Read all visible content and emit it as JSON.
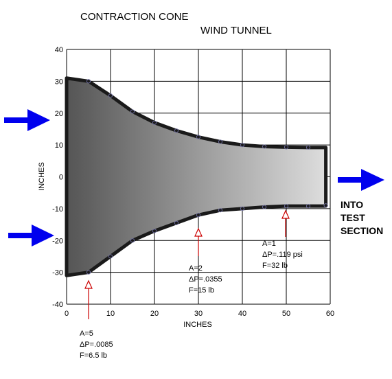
{
  "title": {
    "line1": "CONTRACTION CONE",
    "line2": "WIND TUNNEL"
  },
  "chart_data": {
    "type": "diagram-plot",
    "xlabel": "INCHES",
    "ylabel": "INCHES",
    "xlim": [
      0,
      60
    ],
    "ylim": [
      -40,
      40
    ],
    "x_ticks": [
      "0",
      "10",
      "20",
      "30",
      "40",
      "50",
      "60"
    ],
    "y_ticks": [
      "40",
      "30",
      "20",
      "10",
      "0",
      "-10",
      "-20",
      "-30",
      "-40"
    ],
    "grid": true,
    "contour_top": [
      {
        "x": 0,
        "y": 31
      },
      {
        "x": 5,
        "y": 30
      },
      {
        "x": 10,
        "y": 25.5
      },
      {
        "x": 15,
        "y": 20.5
      },
      {
        "x": 20,
        "y": 17
      },
      {
        "x": 25,
        "y": 14.5
      },
      {
        "x": 30,
        "y": 12.5
      },
      {
        "x": 35,
        "y": 11
      },
      {
        "x": 40,
        "y": 10
      },
      {
        "x": 45,
        "y": 9.5
      },
      {
        "x": 50,
        "y": 9.3
      },
      {
        "x": 55,
        "y": 9.2
      },
      {
        "x": 59,
        "y": 9.2
      }
    ],
    "contour_bottom": [
      {
        "x": 0,
        "y": -31
      },
      {
        "x": 5,
        "y": -30
      },
      {
        "x": 10,
        "y": -25
      },
      {
        "x": 15,
        "y": -20
      },
      {
        "x": 20,
        "y": -17
      },
      {
        "x": 25,
        "y": -14.5
      },
      {
        "x": 30,
        "y": -12
      },
      {
        "x": 35,
        "y": -10.5
      },
      {
        "x": 40,
        "y": -10
      },
      {
        "x": 45,
        "y": -9.5
      },
      {
        "x": 50,
        "y": -9.2
      },
      {
        "x": 55,
        "y": -9.2
      },
      {
        "x": 59,
        "y": -9.2
      }
    ],
    "data_points_top": [
      {
        "x": 5,
        "y": 30
      },
      {
        "x": 10,
        "y": 25.5
      },
      {
        "x": 15,
        "y": 20.5
      },
      {
        "x": 20,
        "y": 17
      },
      {
        "x": 25,
        "y": 14.5
      },
      {
        "x": 30,
        "y": 12.5
      },
      {
        "x": 35,
        "y": 11
      },
      {
        "x": 40,
        "y": 10
      },
      {
        "x": 45,
        "y": 9.5
      },
      {
        "x": 50,
        "y": 9.3
      },
      {
        "x": 55,
        "y": 9.2
      }
    ],
    "data_points_bottom": [
      {
        "x": 5,
        "y": -30
      },
      {
        "x": 10,
        "y": -25
      },
      {
        "x": 15,
        "y": -20
      },
      {
        "x": 20,
        "y": -17
      },
      {
        "x": 25,
        "y": -14.5
      },
      {
        "x": 30,
        "y": -12
      },
      {
        "x": 35,
        "y": -10.5
      },
      {
        "x": 40,
        "y": -10
      },
      {
        "x": 45,
        "y": -9.5
      },
      {
        "x": 50,
        "y": -9.2
      },
      {
        "x": 55,
        "y": -9.2
      },
      {
        "x": 59,
        "y": -9
      }
    ],
    "colors": {
      "fill_left": "#555555",
      "fill_right": "#dddddd",
      "outline": "#1a1a1a",
      "inflow_arrow": "#0000ee",
      "station_arrow": "#cc0000"
    }
  },
  "annotations": [
    {
      "x": 5,
      "lines": [
        "A=5",
        "ΔP=.0085",
        "F=6.5 lb"
      ]
    },
    {
      "x": 30,
      "lines": [
        "A=2",
        "ΔP=.0355",
        "F=15 lb"
      ]
    },
    {
      "x": 50,
      "lines": [
        "A=1",
        "ΔP=.119 psi",
        "F=32 lb"
      ]
    }
  ],
  "outlet_label": [
    "INTO",
    "TEST",
    "SECTION"
  ]
}
